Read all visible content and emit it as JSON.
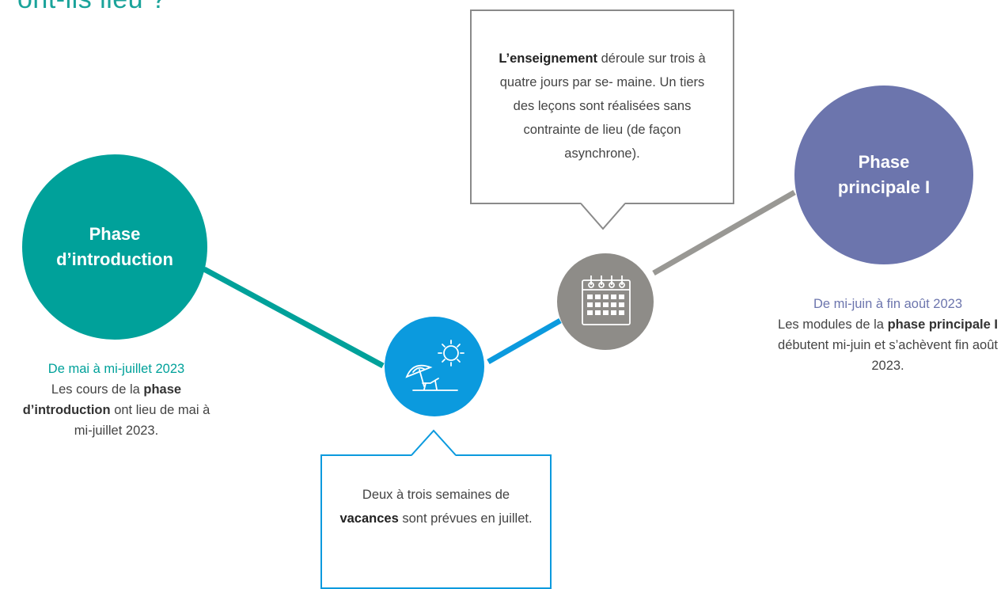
{
  "heading": "ont-ils lieu ?",
  "phase_intro": {
    "title_1": "Phase",
    "title_2": "d’introduction",
    "color": "#00a19a",
    "date": "De mai à mi-juillet 2023",
    "text_1": "Les cours de la ",
    "bold_1": "phase d’introduction",
    "text_2": " ont lieu de mai à mi-juillet 2023."
  },
  "phase_main": {
    "title_1": "Phase",
    "title_2": "principale I",
    "color": "#6c75ad",
    "date": "De mi-juin à fin août 2023",
    "text_1": "Les modules de la ",
    "bold_1": "phase principale I",
    "text_2": " débutent mi-juin et s’achèvent fin août 2023."
  },
  "callout_teaching": {
    "bold": "L’enseignement",
    "text": " déroule sur trois à quatre jours par se- maine. Un tiers des leçons sont réalisées sans contrainte de lieu (de façon asynchrone)."
  },
  "callout_holidays": {
    "text_1": "Deux à trois semaines de ",
    "bold": "vacances",
    "text_2": " sont prévues en juillet."
  },
  "icons": {
    "holiday": "beach-umbrella-sun-icon",
    "calendar": "calendar-icon"
  }
}
